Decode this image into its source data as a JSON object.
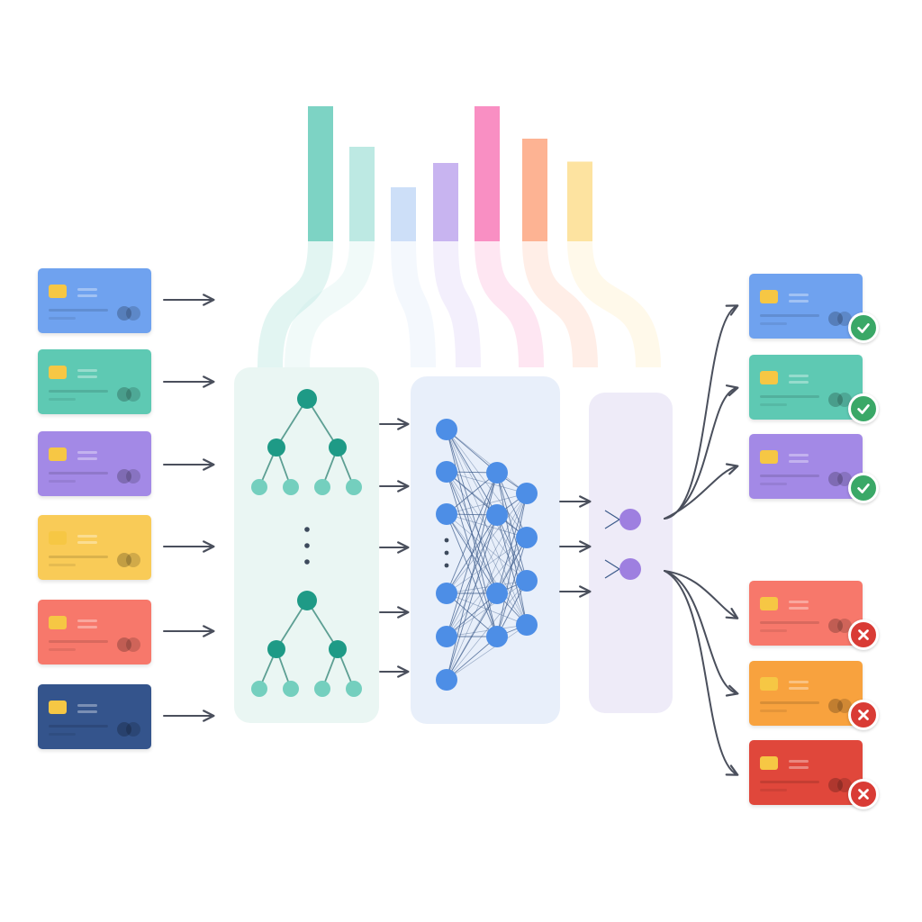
{
  "diagram": {
    "input_cards": [
      {
        "color": "#6fa2ef"
      },
      {
        "color": "#5ec9b3"
      },
      {
        "color": "#a389e6"
      },
      {
        "color": "#f9cb57"
      },
      {
        "color": "#f7786b"
      },
      {
        "color": "#34548c"
      }
    ],
    "feature_bars": [
      {
        "color": "#7dd3c4",
        "level": 1.0
      },
      {
        "color": "#bde9e3",
        "level": 0.7
      },
      {
        "color": "#cddff8",
        "level": 0.4
      },
      {
        "color": "#c8b4f0",
        "level": 0.58
      },
      {
        "color": "#f98fc3",
        "level": 1.0
      },
      {
        "color": "#fdb393",
        "level": 0.76
      },
      {
        "color": "#fde3a0",
        "level": 0.59
      }
    ],
    "stages": {
      "tree_panel_color": "#eaf6f3",
      "network_panel_color": "#e8effa",
      "output_panel_color": "#eeebf8"
    },
    "approved_cards": [
      {
        "color": "#6fa2ef",
        "status": "approved",
        "icon": "check-icon"
      },
      {
        "color": "#5ec9b3",
        "status": "approved",
        "icon": "check-icon"
      },
      {
        "color": "#a389e6",
        "status": "approved",
        "icon": "check-icon"
      }
    ],
    "rejected_cards": [
      {
        "color": "#f7786b",
        "status": "rejected",
        "icon": "cross-icon"
      },
      {
        "color": "#f8a23e",
        "status": "rejected",
        "icon": "cross-icon"
      },
      {
        "color": "#e0473b",
        "status": "rejected",
        "icon": "cross-icon"
      }
    ],
    "colors": {
      "arrow": "#4a4f5c",
      "tree_node_dark": "#1e9a86",
      "tree_node_light": "#74cfbe",
      "tree_edge": "#5d9f93",
      "network_node": "#4d8ee6",
      "network_edge": "#3b5a8a",
      "output_node": "#9e7fe0",
      "approve_badge": "#3aa867",
      "reject_badge": "#d93b35"
    }
  }
}
